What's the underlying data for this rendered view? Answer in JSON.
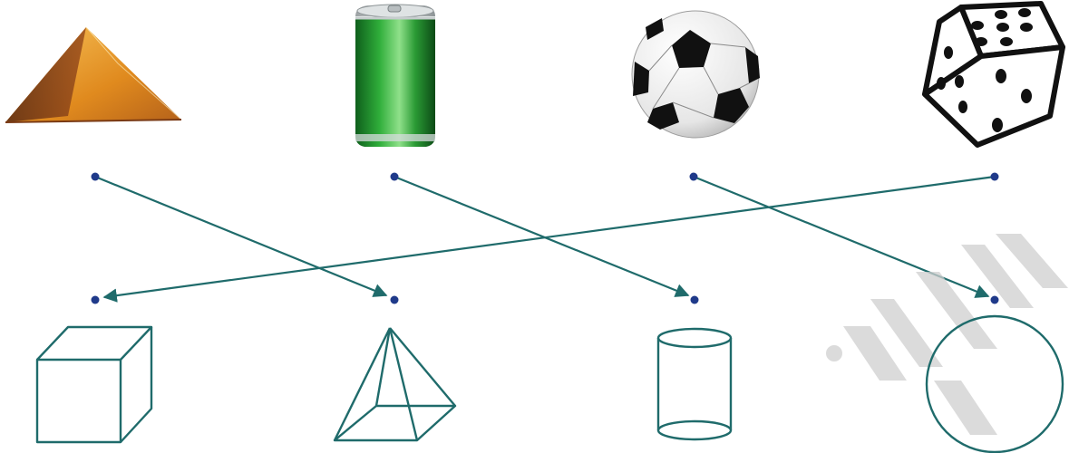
{
  "diagram": {
    "colors": {
      "line": "#1f6b6b",
      "dot": "#1f3a8a",
      "shape_outline": "#1f6b6b",
      "watermark": "#c9c9c9"
    },
    "top_objects": [
      {
        "id": "pyramid",
        "icon": "pyramid-photo-icon"
      },
      {
        "id": "can",
        "icon": "soda-can-photo-icon"
      },
      {
        "id": "ball",
        "icon": "soccer-ball-photo-icon"
      },
      {
        "id": "dice",
        "icon": "dice-photo-icon"
      }
    ],
    "bottom_shapes": [
      {
        "id": "cube",
        "icon": "cube-outline-icon"
      },
      {
        "id": "square-pyramid",
        "icon": "square-pyramid-outline-icon"
      },
      {
        "id": "cylinder",
        "icon": "cylinder-outline-icon"
      },
      {
        "id": "sphere",
        "icon": "sphere-outline-icon"
      }
    ],
    "connections": [
      {
        "from": "pyramid",
        "to": "square-pyramid"
      },
      {
        "from": "can",
        "to": "cylinder"
      },
      {
        "from": "ball",
        "to": "sphere"
      },
      {
        "from": "dice",
        "to": "cube"
      }
    ]
  }
}
